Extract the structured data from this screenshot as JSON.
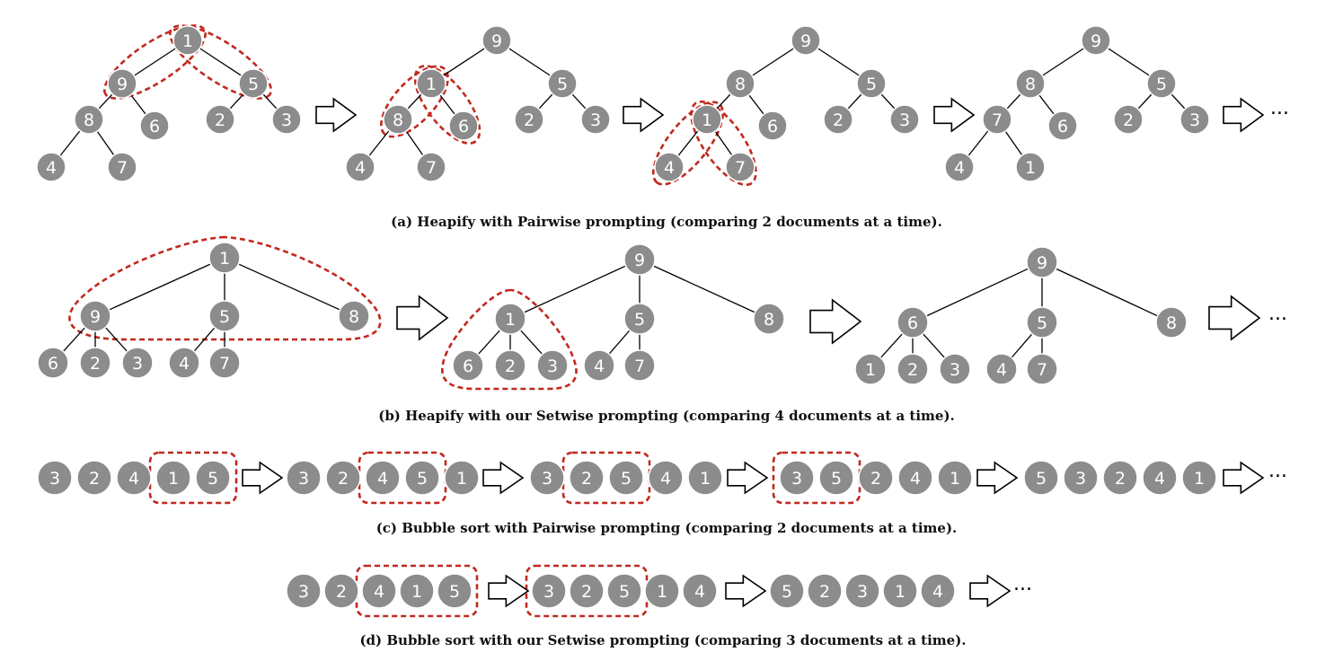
{
  "panels": [
    {
      "id": "a",
      "caption": "(a) Heapify with Pairwise prompting (comparing 2 documents at a time).",
      "continuation": "···",
      "steps": [
        {
          "nodes": [
            "1",
            "9",
            "5",
            "8",
            "6",
            "2",
            "3",
            "4",
            "7"
          ]
        },
        {
          "nodes": [
            "9",
            "1",
            "5",
            "8",
            "6",
            "2",
            "3",
            "4",
            "7"
          ]
        },
        {
          "nodes": [
            "9",
            "8",
            "5",
            "1",
            "6",
            "2",
            "3",
            "4",
            "7"
          ]
        },
        {
          "nodes": [
            "9",
            "8",
            "5",
            "7",
            "6",
            "2",
            "3",
            "4",
            "1"
          ]
        }
      ]
    },
    {
      "id": "b",
      "caption": "(b) Heapify with our Setwise prompting (comparing 4 documents at a time).",
      "continuation": "···",
      "steps": [
        {
          "nodes": [
            "1",
            "9",
            "5",
            "8",
            "6",
            "2",
            "3",
            "4",
            "7"
          ]
        },
        {
          "nodes": [
            "9",
            "1",
            "5",
            "8",
            "6",
            "2",
            "3",
            "4",
            "7"
          ]
        },
        {
          "nodes": [
            "9",
            "6",
            "5",
            "8",
            "1",
            "2",
            "3",
            "4",
            "7"
          ]
        }
      ]
    },
    {
      "id": "c",
      "caption": "(c) Bubble sort with Pairwise prompting (comparing 2 documents at a time).",
      "continuation": "···",
      "sequences": [
        [
          "3",
          "2",
          "4",
          "1",
          "5"
        ],
        [
          "3",
          "2",
          "4",
          "5",
          "1"
        ],
        [
          "3",
          "2",
          "5",
          "4",
          "1"
        ],
        [
          "3",
          "5",
          "2",
          "4",
          "1"
        ],
        [
          "5",
          "3",
          "2",
          "4",
          "1"
        ]
      ]
    },
    {
      "id": "d",
      "caption": "(d) Bubble sort with our Setwise prompting (comparing 3 documents at a time).",
      "continuation": "···",
      "sequences": [
        [
          "3",
          "2",
          "4",
          "1",
          "5"
        ],
        [
          "3",
          "2",
          "5",
          "1",
          "4"
        ],
        [
          "5",
          "2",
          "3",
          "1",
          "4"
        ]
      ]
    }
  ],
  "colors": {
    "node_fill": "#8c8c8c",
    "node_text": "#ffffff",
    "edge": "#000000",
    "highlight": "#c0291f",
    "arrow_fill": "#ffffff",
    "arrow_stroke": "#000000"
  }
}
